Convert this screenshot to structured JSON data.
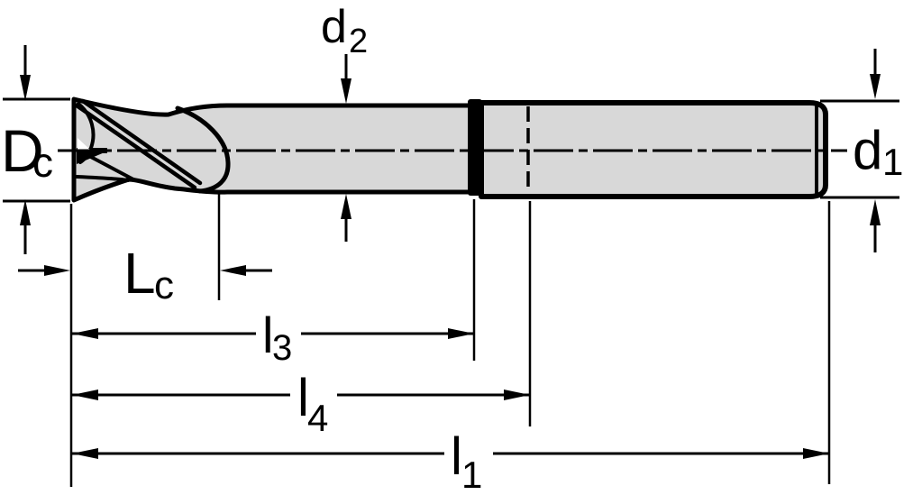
{
  "diagram": {
    "type": "technical-drawing",
    "subject": "end-mill-dimension-drawing",
    "colors": {
      "background": "#ffffff",
      "tool_fill": "#d8d8d8",
      "line": "#000000"
    },
    "labels": {
      "cutting_diameter": {
        "main": "D",
        "sub": "c"
      },
      "neck_diameter": {
        "main": "d",
        "sub": "2"
      },
      "shank_diameter": {
        "main": "d",
        "sub": "1"
      },
      "cutting_length": {
        "main": "L",
        "sub": "c"
      },
      "length_l3": {
        "main": "l",
        "sub": "3"
      },
      "length_l4": {
        "main": "l",
        "sub": "4"
      },
      "overall_length": {
        "main": "l",
        "sub": "1"
      }
    }
  }
}
